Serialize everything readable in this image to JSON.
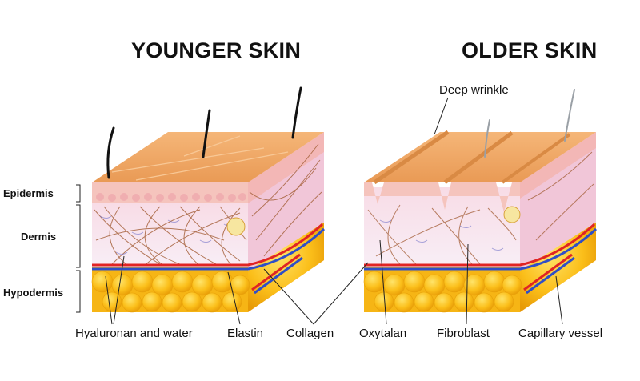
{
  "titles": {
    "younger": "YOUNGER SKIN",
    "older": "OLDER SKIN"
  },
  "layers": {
    "epidermis": "Epidermis",
    "dermis": "Dermis",
    "hypodermis": "Hypodermis"
  },
  "callouts": {
    "deep_wrinkle": "Deep wrinkle",
    "hyaluronan": "Hyaluronan and water",
    "elastin": "Elastin",
    "collagen": "Collagen",
    "oxytalan": "Oxytalan",
    "fibroblast": "Fibroblast",
    "capillary": "Capillary vessel"
  },
  "colors": {
    "skin_surface": "#f2a866",
    "epidermis": "#f6c5c0",
    "dermis": "#f7e6f2",
    "fat": "#f9b914",
    "artery": "#e02424",
    "vein": "#2f4ec7",
    "fiber": "#a85a3a"
  }
}
